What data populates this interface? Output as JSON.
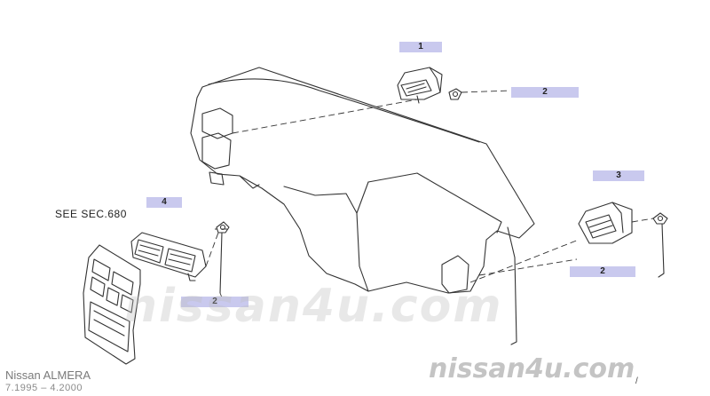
{
  "callouts": [
    {
      "id": "1",
      "label": "1"
    },
    {
      "id": "2",
      "label": "2"
    },
    {
      "id": "3",
      "label": "3"
    },
    {
      "id": "4",
      "label": "4"
    },
    {
      "id": "2",
      "label": "2"
    },
    {
      "id": "2",
      "label": "2"
    }
  ],
  "reference": "SEE SEC.680",
  "model": "Nissan  ALMERA",
  "production_dates": "7.1995 – 4.2000",
  "watermark": "nissan4u.com",
  "corner_mark": "/",
  "colors": {
    "callout_bg": "#c9c9ee",
    "line": "#333333"
  }
}
